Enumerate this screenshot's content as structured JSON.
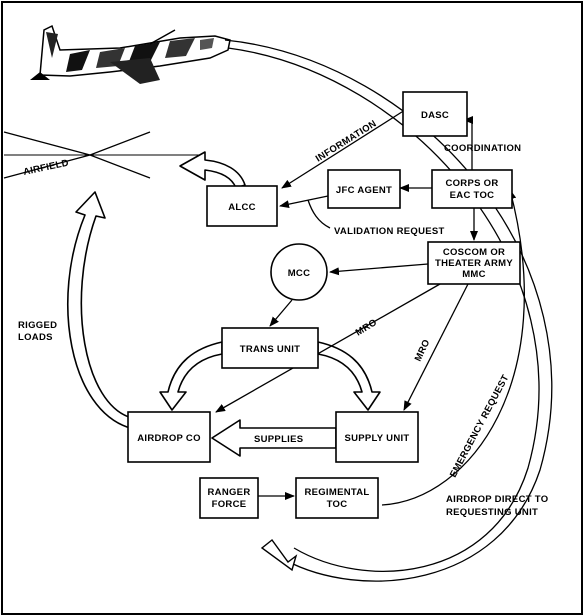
{
  "nodes": {
    "dasc": "DASC",
    "alcc": "ALCC",
    "jfc_agent": "JFC AGENT",
    "corps_toc": [
      "CORPS OR",
      "EAC TOC"
    ],
    "coscom": [
      "COSCOM OR",
      "THEATER ARMY",
      "MMC"
    ],
    "mcc": "MCC",
    "trans_unit": "TRANS UNIT",
    "airdrop_co": "AIRDROP CO",
    "supply_unit": "SUPPLY UNIT",
    "ranger_force": [
      "RANGER",
      "FORCE"
    ],
    "regimental_toc": [
      "REGIMENTAL",
      "TOC"
    ]
  },
  "labels": {
    "airfield": "AIRFIELD",
    "information": "INFORMATION",
    "coordination": "COORDINATION",
    "validation_request": "VALIDATION REQUEST",
    "rigged_loads": [
      "RIGGED",
      "LOADS"
    ],
    "mro_left": "MRO",
    "mro_right": "MRO",
    "supplies": "SUPPLIES",
    "emergency_request": "EMERGENCY   REQUEST",
    "airdrop_direct": [
      "AIRDROP DIRECT TO",
      "REQUESTING UNIT"
    ]
  },
  "colors": {
    "ink": "#000000",
    "paper": "#ffffff"
  }
}
